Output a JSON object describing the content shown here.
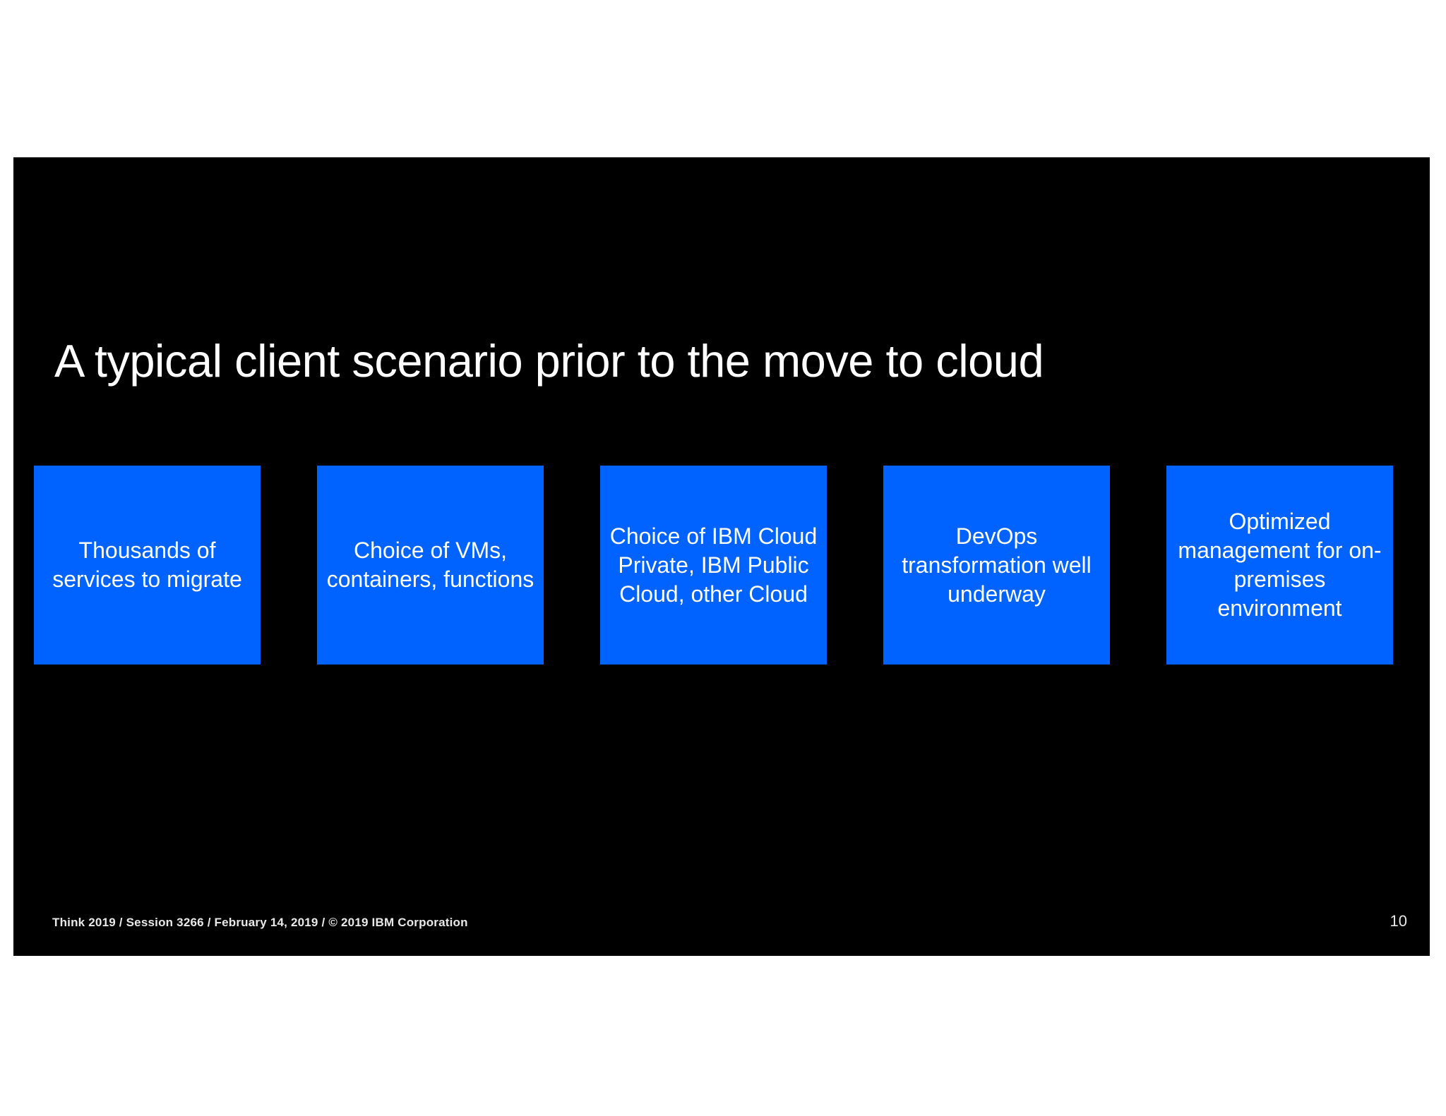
{
  "slide": {
    "background_color": "#000000",
    "accent_color": "#0062ff",
    "text_color": "#ffffff",
    "title": "A typical client scenario prior to the move to cloud",
    "boxes": [
      {
        "label": "Thousands of services to migrate"
      },
      {
        "label": "Choice of VMs, containers, functions"
      },
      {
        "label": "Choice of IBM Cloud Private, IBM Public Cloud, other Cloud"
      },
      {
        "label": "DevOps transformation well underway"
      },
      {
        "label": "Optimized management for on-premises environment"
      }
    ],
    "footer": {
      "text": "Think 2019 / Session 3266 / February 14, 2019 / © 2019 IBM Corporation",
      "page_number": "10"
    }
  }
}
